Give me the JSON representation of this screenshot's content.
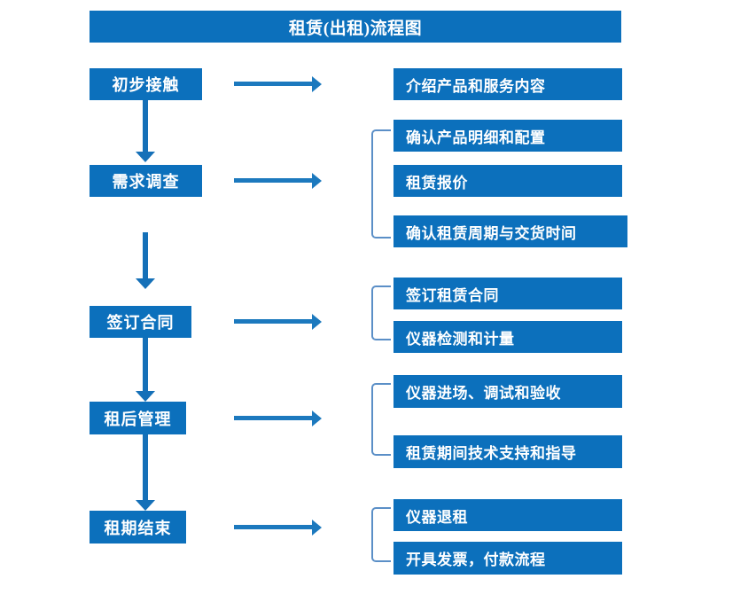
{
  "diagram": {
    "title": "租赁(出租)流程图",
    "colors": {
      "box_blue": "#0C70BC",
      "arrow_blue": "#1C79BE",
      "bracket_blue": "#5B8FC7",
      "background": "#ffffff",
      "text": "#ffffff"
    },
    "stages": [
      {
        "id": "stage-initial-contact",
        "label": "初步接触",
        "details": [
          {
            "id": "detail-introduce-products",
            "label": "介绍产品和服务内容"
          }
        ]
      },
      {
        "id": "stage-requirement-survey",
        "label": "需求调查",
        "details": [
          {
            "id": "detail-confirm-product-spec",
            "label": "确认产品明细和配置"
          },
          {
            "id": "detail-rental-quotation",
            "label": "租赁报价"
          },
          {
            "id": "detail-confirm-period-delivery",
            "label": "确认租赁周期与交货时间"
          }
        ]
      },
      {
        "id": "stage-sign-contract",
        "label": "签订合同",
        "details": [
          {
            "id": "detail-sign-rental-contract",
            "label": "签订租赁合同"
          },
          {
            "id": "detail-instrument-inspection",
            "label": "仪器检测和计量"
          }
        ]
      },
      {
        "id": "stage-post-rental-management",
        "label": "租后管理",
        "details": [
          {
            "id": "detail-instrument-onsite",
            "label": "仪器进场、调试和验收"
          },
          {
            "id": "detail-technical-support",
            "label": "租赁期间技术支持和指导"
          }
        ]
      },
      {
        "id": "stage-lease-end",
        "label": "租期结束",
        "details": [
          {
            "id": "detail-instrument-return",
            "label": "仪器退租"
          },
          {
            "id": "detail-invoice-payment",
            "label": "开具发票，付款流程"
          }
        ]
      }
    ]
  }
}
